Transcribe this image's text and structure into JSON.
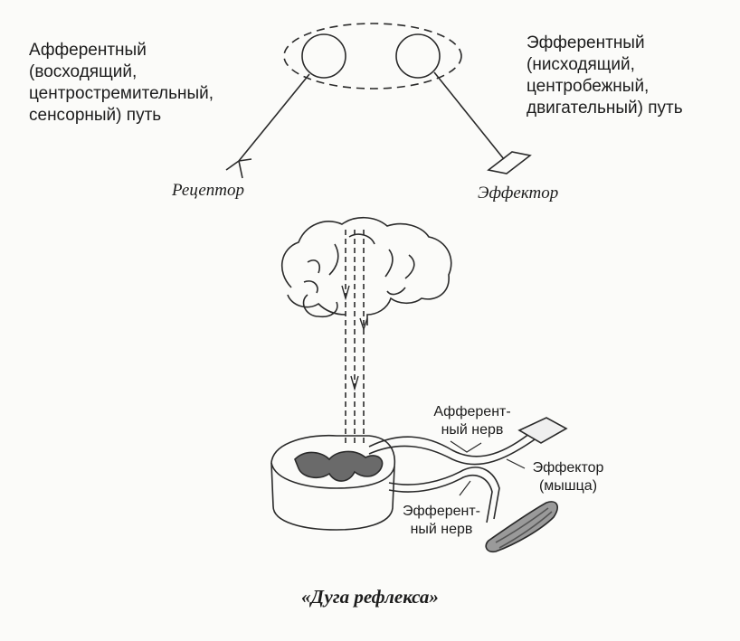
{
  "afferent": {
    "lines": [
      "Афферентный",
      "(восходящий,",
      "центростремительный,",
      "сенсорный) путь"
    ]
  },
  "efferent": {
    "lines": [
      "Эфферентный",
      "(нисходящий,",
      "центробежный,",
      "двигательный) путь"
    ]
  },
  "receptor_label": "Рецептор",
  "effector_label": "Эффектор",
  "afferent_nerve": [
    "Афферент-",
    "ный нерв"
  ],
  "efferent_nerve": [
    "Эфферент-",
    "ный нерв"
  ],
  "effector_muscle": [
    "Эффектор",
    "(мышца)"
  ],
  "caption": "«Дуга рефлекса»"
}
